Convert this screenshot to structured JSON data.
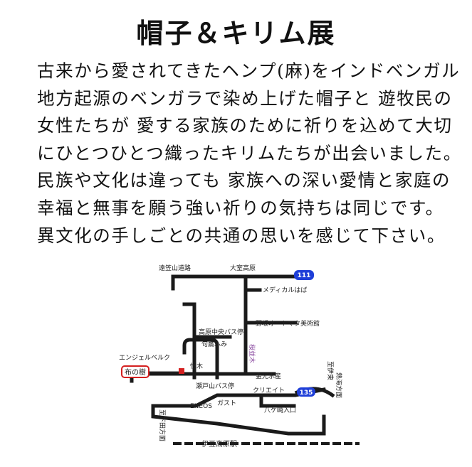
{
  "title": "帽子＆キリム展",
  "lines": [
    "古来から愛されてきたヘンプ(麻)をインドベンガル",
    "地方起源のベンガラで染め上げた帽子と 遊牧民の",
    "女性たちが 愛する家族のために祈りを込めて大切",
    "にひとつひとつ織ったキリムたちが出会いました。",
    "民族や文化は違っても 家族への深い愛情と家庭の",
    "幸福と無事を願う強い祈りの気持ちは同じです。",
    "異文化の手しごとの共通の思いを感じて下さい。"
  ],
  "map": {
    "labels": {
      "izu_skyline": "遠笠山道路",
      "omuro": "大室高原",
      "route111": "111",
      "medical": "メディカルはば",
      "museum": "野坂オートマタ美術館",
      "bus_chuo": "高原中央バス停",
      "sakura": "桜並木",
      "fumi": "句鷹ふみ",
      "angel": "エンジェルベルク",
      "kiwood": "恒木",
      "nunonoki": "布の樹",
      "kinko": "金光水産",
      "bus_sedoyama": "瀬戸山バス停",
      "create": "クリエイト",
      "route135": "135",
      "ito": "至伊東",
      "atami": "熱海方面",
      "eneos": "ENEOS",
      "gusto": "ガスト",
      "hachigasaki": "八ケ崎入口",
      "shimoda": "至下田方面",
      "station": "伊豆高原駅"
    },
    "colors": {
      "route_sign": "#1f3fd8",
      "shop_box": "#d42020",
      "road": "#1a1a1a"
    }
  }
}
